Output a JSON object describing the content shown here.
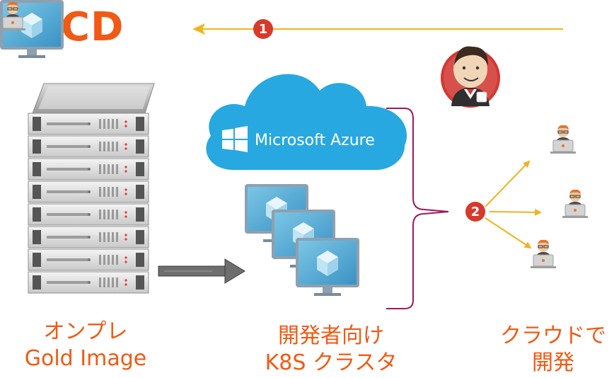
{
  "title": "CICD",
  "badges": {
    "step1": "1",
    "step2": "2"
  },
  "cloud": {
    "brand": "Microsoft Azure"
  },
  "captions": {
    "onprem": [
      "オンプレ",
      "Gold Image"
    ],
    "k8s": [
      "開発者向け",
      "K8S クラスタ"
    ],
    "cloud_dev": [
      "クラウドで",
      "開発"
    ]
  },
  "colors": {
    "title": "#f05a14",
    "arrow": "#f0b41e",
    "badge": "#d9392b",
    "bracket": "#a0195a",
    "azure": "#28a8e0",
    "monitor": "#5bb3da"
  },
  "icons": [
    "server-rack-icon",
    "microsoft-azure-cloud-icon",
    "vm-monitor-icon",
    "jenkins-logo",
    "developer-icon",
    "migration-arrow-icon"
  ]
}
